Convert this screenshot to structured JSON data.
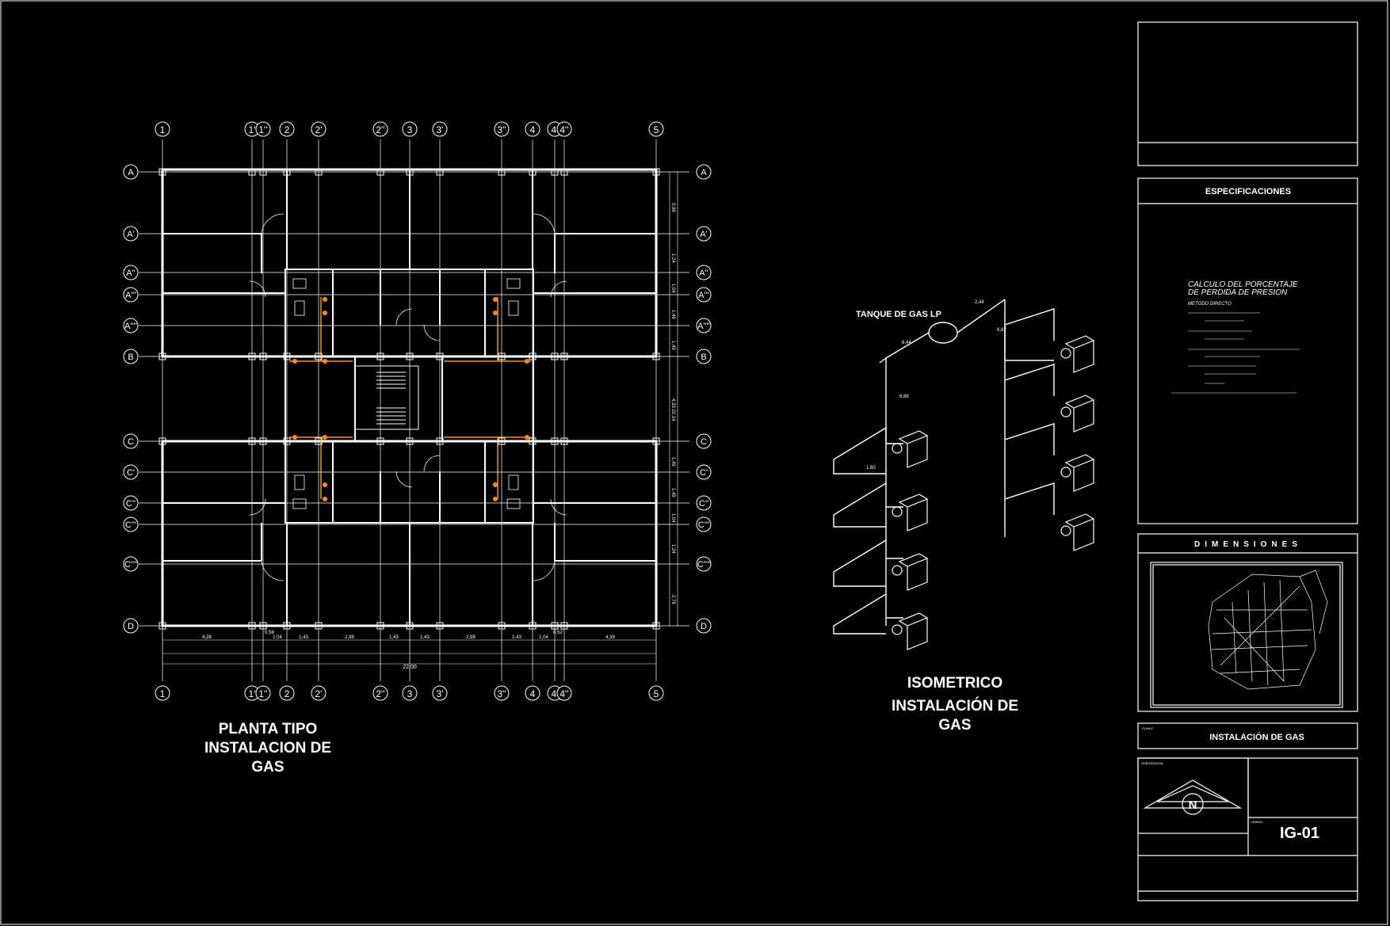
{
  "plan": {
    "title_lines": [
      "PLANTA TIPO",
      "INSTALACION DE",
      "GAS"
    ],
    "col_axes": [
      "1",
      "1'",
      "1''",
      "2",
      "2'",
      "2''",
      "3",
      "3'",
      "3''",
      "4",
      "4'",
      "4''",
      "5"
    ],
    "row_axes": [
      "A",
      "A'",
      "A''",
      "A'''",
      "A''''",
      "B",
      "C",
      "C'",
      "C''",
      "C'''",
      "C''''",
      "D"
    ],
    "dims_right": [
      "0,96",
      "1,24",
      "1,04",
      "1,49",
      "1,49",
      "4,33 22,14",
      "1,49",
      "1,49",
      "1,04",
      "1,24",
      "2,78"
    ],
    "dims_bottom": [
      "4,39",
      "0,58",
      "1,04",
      "1,43",
      "2,98",
      "1,43",
      "1,43",
      "2,98",
      "1,43",
      "1,04",
      "0,52",
      "4,39"
    ],
    "dims_bottom_total": "22,00"
  },
  "isometric": {
    "title_lines": [
      "ISOMETRICO",
      "INSTALACIÓN DE",
      "GAS"
    ],
    "tank_label": "TANQUE DE GAS LP",
    "dims": [
      "2,44",
      "6,44",
      "6,62",
      "6,68",
      "1,60"
    ]
  },
  "titleblock": {
    "specs_header": "ESPECIFICACIONES",
    "calc_title_lines": [
      "CALCULO DEL PORCENTAJE",
      "DE PERDIDA DE PRESION"
    ],
    "method": "METODO DIRECTO",
    "dim_header": "DIMENSIONES",
    "plano_label": "PLANO",
    "plano_title": "INSTALACIÓN DE GAS",
    "orient_label": "ORIENTACION",
    "north": "N",
    "sheet_label": "LAMINA",
    "sheet_code": "IG-01"
  },
  "colors": {
    "background": "#000000",
    "lines": "#ffffff",
    "gas_points": "#ff8c1a",
    "grid_bubble": "#ffffff"
  }
}
